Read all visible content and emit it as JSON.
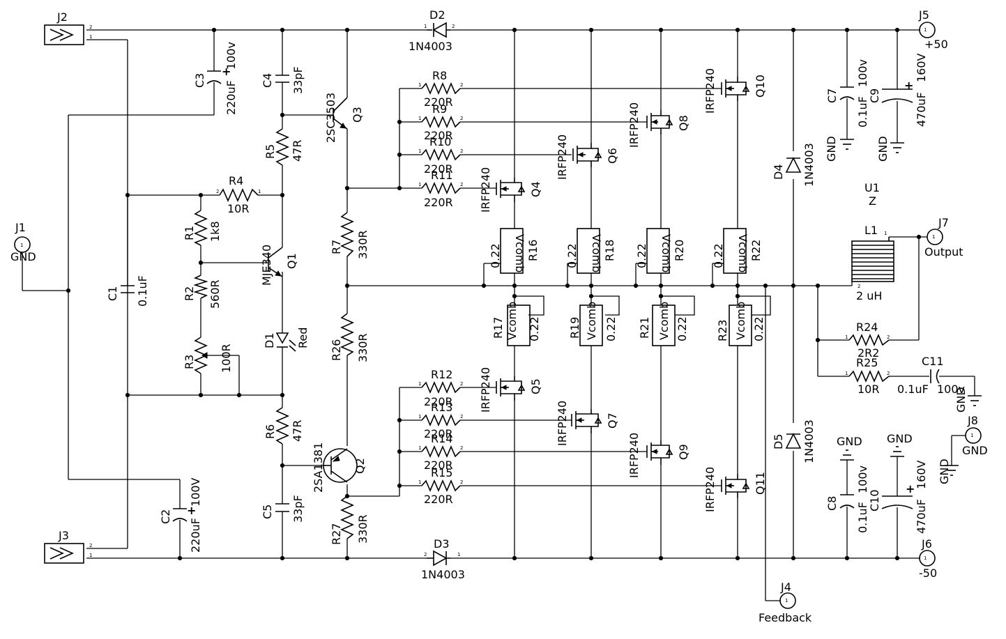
{
  "connectors": {
    "J1": {
      "ref": "J1",
      "label": "GND"
    },
    "J2": {
      "ref": "J2"
    },
    "J3": {
      "ref": "J3"
    },
    "J4": {
      "ref": "J4",
      "label": "Feedback"
    },
    "J5": {
      "ref": "J5",
      "label": "+50"
    },
    "J6": {
      "ref": "J6",
      "label": "-50"
    },
    "J7": {
      "ref": "J7",
      "label": "Output"
    },
    "J8": {
      "ref": "J8",
      "label": "GND"
    }
  },
  "capacitors": {
    "C1": {
      "ref": "C1",
      "value": "0.1uF"
    },
    "C2": {
      "ref": "C2",
      "value": "220uF",
      "rating": "100V"
    },
    "C3": {
      "ref": "C3",
      "value": "220uF",
      "rating": "100v"
    },
    "C4": {
      "ref": "C4",
      "value": "33pF"
    },
    "C5": {
      "ref": "C5",
      "value": "33pF"
    },
    "C7": {
      "ref": "C7",
      "value": "0.1uF",
      "rating": "100v"
    },
    "C8": {
      "ref": "C8",
      "value": "0.1uF",
      "rating": "100v"
    },
    "C9": {
      "ref": "C9",
      "value": "470uF",
      "rating": "160V"
    },
    "C10": {
      "ref": "C10",
      "value": "470uF",
      "rating": "160V"
    },
    "C11": {
      "ref": "C11",
      "value": "0.1uF",
      "rating": "100v"
    }
  },
  "resistors": {
    "R1": {
      "ref": "R1",
      "value": "1k8"
    },
    "R2": {
      "ref": "R2",
      "value": "560R"
    },
    "R3": {
      "ref": "R3",
      "value": "100R"
    },
    "R4": {
      "ref": "R4",
      "value": "10R"
    },
    "R5": {
      "ref": "R5",
      "value": "47R"
    },
    "R6": {
      "ref": "R6",
      "value": "47R"
    },
    "R7": {
      "ref": "R7",
      "value": "330R"
    },
    "R26": {
      "ref": "R26",
      "value": "330R"
    },
    "R27": {
      "ref": "R27",
      "value": "330R"
    },
    "R8": {
      "ref": "R8",
      "value": "220R"
    },
    "R9": {
      "ref": "R9",
      "value": "220R"
    },
    "R10": {
      "ref": "R10",
      "value": "220R"
    },
    "R11": {
      "ref": "R11",
      "value": "220R"
    },
    "R12": {
      "ref": "R12",
      "value": "220R"
    },
    "R13": {
      "ref": "R13",
      "value": "220R"
    },
    "R14": {
      "ref": "R14",
      "value": "220R"
    },
    "R15": {
      "ref": "R15",
      "value": "220R"
    },
    "R24": {
      "ref": "R24",
      "value": "2R2"
    },
    "R25": {
      "ref": "R25",
      "value": "10R"
    }
  },
  "emitter_resistors": {
    "vcomb": "Vcomb",
    "value": "0.22",
    "upper": [
      "R16",
      "R18",
      "R20",
      "R22"
    ],
    "lower": [
      "R17",
      "R19",
      "R21",
      "R23"
    ]
  },
  "transistors": {
    "Q1": {
      "ref": "Q1",
      "part": "MJE340"
    },
    "Q2": {
      "ref": "Q2",
      "part": "2SA1381"
    },
    "Q3": {
      "ref": "Q3",
      "part": "2SC3503"
    },
    "mosfet_part": "IRFP240",
    "mosfets_upper": [
      "Q4",
      "Q6",
      "Q8",
      "Q10"
    ],
    "mosfets_lower": [
      "Q5",
      "Q7",
      "Q9",
      "Q11"
    ]
  },
  "diodes": {
    "D1": {
      "ref": "D1",
      "value": "Red"
    },
    "D2": {
      "ref": "D2",
      "value": "1N4003"
    },
    "D3": {
      "ref": "D3",
      "value": "1N4003"
    },
    "D4": {
      "ref": "D4",
      "value": "1N4003"
    },
    "D5": {
      "ref": "D5",
      "value": "1N4003"
    }
  },
  "inductor": {
    "ref": "L1",
    "value": "2  uH"
  },
  "misc": {
    "U1": "U1",
    "U1_value": "Z",
    "gnd": "GND"
  }
}
